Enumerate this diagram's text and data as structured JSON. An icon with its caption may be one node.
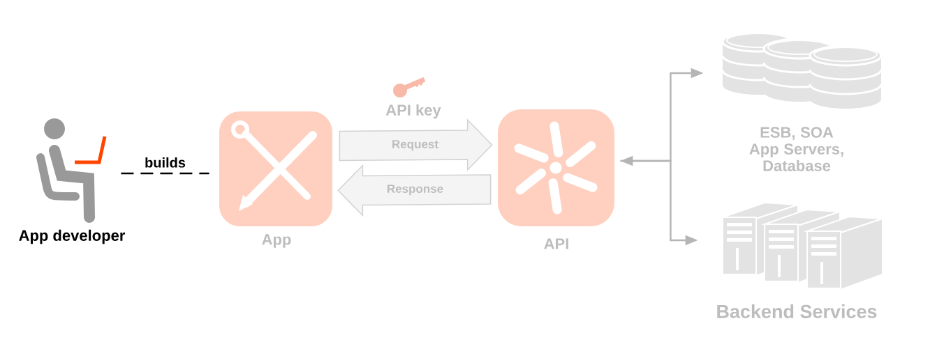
{
  "diagram": {
    "nodes": [
      {
        "text": [
          "App developer"
        ]
      },
      {
        "text": [
          "App"
        ]
      },
      {
        "text": [
          "API"
        ]
      },
      {
        "text": [
          "ESB, SOA App Servers, Database"
        ]
      },
      {
        "text": [],
        "shape": "picture",
        "beside": [
          "Backend Services"
        ]
      }
    ],
    "edges": [
      {
        "from": 0,
        "to": 1,
        "arrow": "none",
        "label": "builds",
        "style": "dashed",
        "color": "#000000"
      },
      {
        "from": 1,
        "to": 2,
        "arrow": "to",
        "label": "Request"
      },
      {
        "from": 2,
        "to": 1,
        "arrow": "to",
        "label": "Response"
      },
      {
        "from": 2,
        "to": 3,
        "arrow": "both"
      },
      {
        "from": 2,
        "to": 4,
        "arrow": "to"
      }
    ],
    "labels": [
      "API key"
    ]
  }
}
